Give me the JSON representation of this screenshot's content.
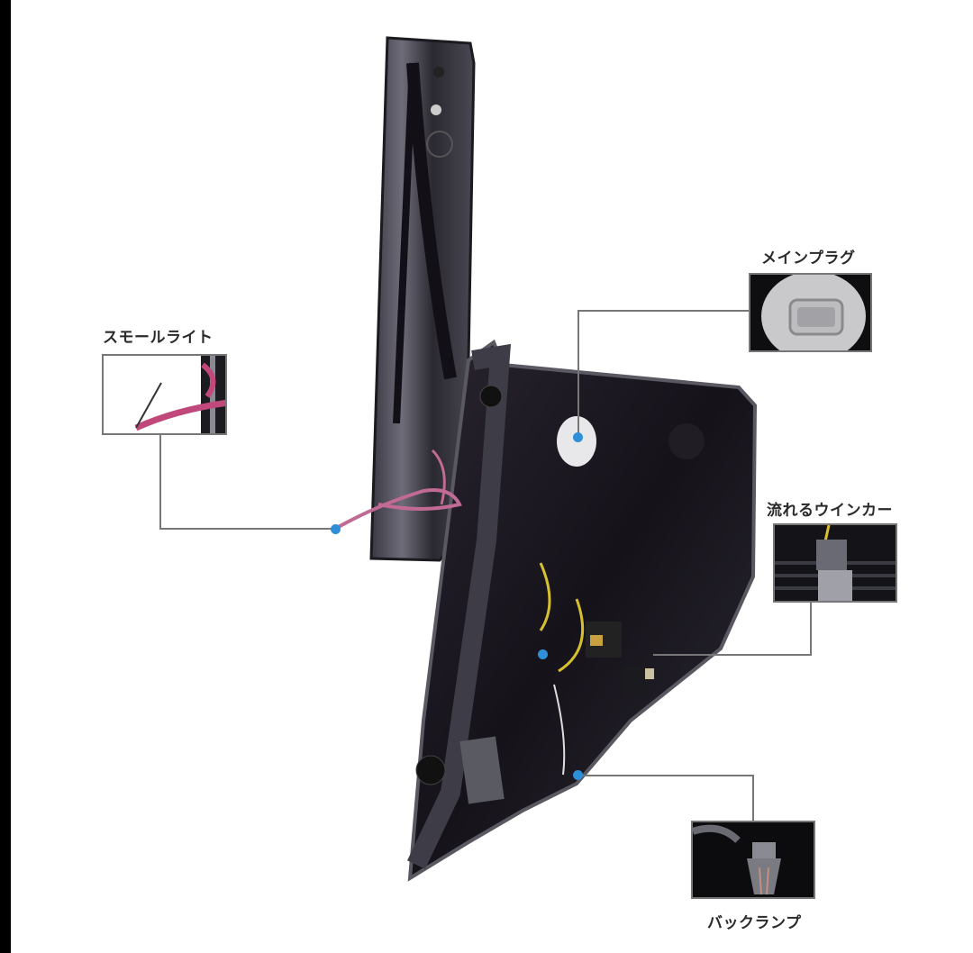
{
  "figure": {
    "subject": "tail-lamp-rear-view",
    "accent_color": "#2e8fd8",
    "line_color": "#777777"
  },
  "callouts": [
    {
      "id": "small-light",
      "label": "スモールライト",
      "thumbnail": "pink-wire-harness"
    },
    {
      "id": "main-plug",
      "label": "メインプラグ",
      "thumbnail": "connector-plug"
    },
    {
      "id": "sequential-turn-signal",
      "label": "流れるウインカー",
      "thumbnail": "turn-signal-bulb-socket"
    },
    {
      "id": "back-lamp",
      "label": "バックランプ",
      "thumbnail": "reverse-bulb"
    }
  ]
}
